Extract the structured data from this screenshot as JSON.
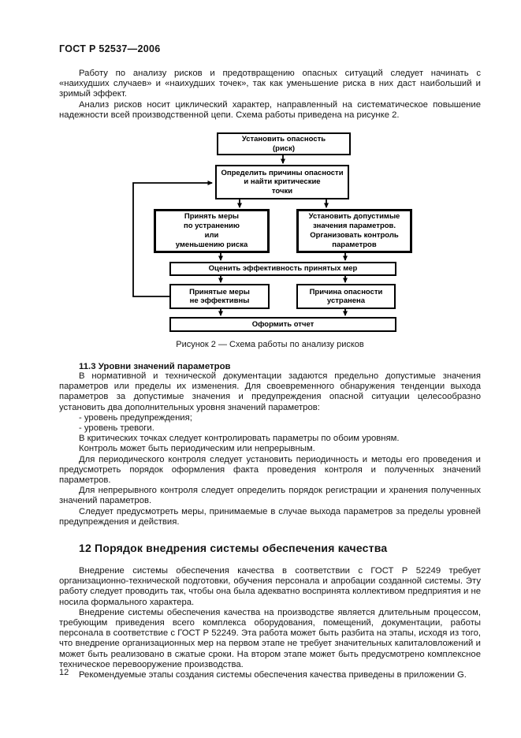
{
  "document": {
    "header": "ГОСТ Р 52537—2006",
    "page_number": "12"
  },
  "intro": {
    "p1": "Работу по анализу рисков и предотвращению опасных ситуаций следует начинать с «наихудших случаев» и «наихудших точек», так как уменьшение риска в них даст наибольший и зримый эффект.",
    "p2": "Анализ рисков носит циклический характер, направленный на систематическое повышение надежности всей производственной цепи. Схема работы приведена на рисунке 2."
  },
  "figure2": {
    "caption": "Рисунок 2 — Схема работы по анализу рисков",
    "boxes": {
      "establish_hazard": "Установить опасность\n(риск)",
      "determine_causes": "Определить причины опасности\nи найти критические\nточки",
      "take_measures": "Принять меры\nпо устранению\nили\nуменьшению риска",
      "set_limits": "Установить допустимые\nзначения параметров.\nОрганизовать контроль\nпараметров",
      "evaluate": "Оценить эффективность принятых мер",
      "not_effective": "Принятые меры\nне эффективны",
      "cause_eliminated": "Причина опасности\nустранена",
      "report": "Оформить отчет"
    }
  },
  "section_11_3": {
    "title": "11.3 Уровни значений параметров",
    "p1": "В нормативной и технической документации задаются предельно допустимые значения параметров или пределы их изменения. Для своевременного обнаружения тенденции выхода параметров за допустимые значения и предупреждения опасной ситуации целесообразно установить два дополнительных уровня значений параметров:",
    "list": [
      "- уровень предупреждения;",
      "- уровень тревоги."
    ],
    "p2": "В критических точках следует контролировать параметры по обоим уровням.",
    "p3": "Контроль может быть периодическим или непрерывным.",
    "p4": "Для периодического контроля следует установить периодичность и методы его проведения и предусмотреть порядок оформления факта проведения контроля и полученных значений параметров.",
    "p5": "Для непрерывного контроля следует определить порядок регистрации и хранения полученных значений параметров.",
    "p6": "Следует предусмотреть меры, принимаемые в случае выхода параметров за пределы уровней предупреждения и действия."
  },
  "section_12": {
    "title": "12 Порядок внедрения системы обеспечения качества",
    "p1": "Внедрение системы обеспечения качества в соответствии с ГОСТ Р 52249 требует организационно-технической подготовки, обучения персонала и апробации созданной системы. Эту работу следует проводить так, чтобы она была адекватно воспринята коллективом предприятия и не носила формального характера.",
    "p2": "Внедрение системы обеспечения качества на производстве является длительным процессом, требующим приведения всего комплекса оборудования, помещений, документации, работы персонала в соответствие с ГОСТ Р 52249. Эта работа может быть разбита на этапы, исходя из того, что внедрение организационных мер на первом этапе не требует значительных капиталовложений и может быть реализовано в сжатые сроки. На втором этапе может быть предусмотрено комплексное техническое перевооружение производства.",
    "p3": "Рекомендуемые этапы создания системы обеспечения качества приведены в приложении G."
  }
}
